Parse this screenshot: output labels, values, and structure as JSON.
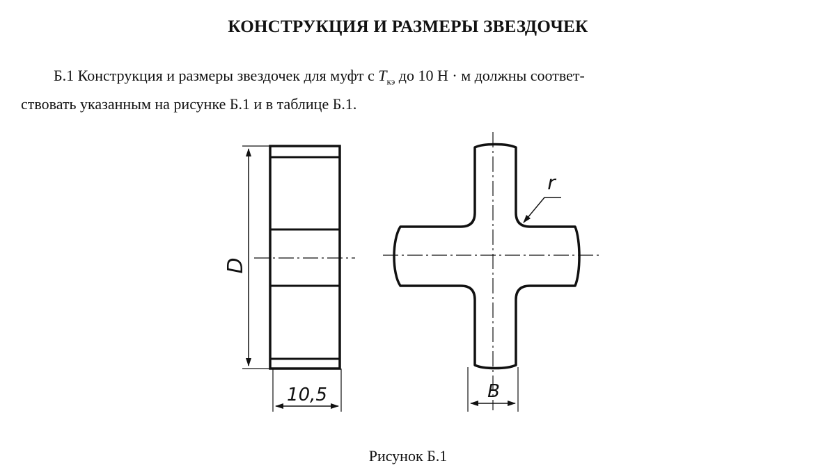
{
  "document": {
    "heading": "КОНСТРУКЦИЯ И РАЗМЕРЫ ЗВЕЗДОЧЕК",
    "paragraph": {
      "line1_before": "Б.1 Конструкция и размеры звездочек для муфт с ",
      "tk_symbol": "T",
      "tk_subscript": "кэ",
      "line1_after": " до 10 Н · м должны соответ-",
      "line2": "ствовать указанным на рисунке Б.1 и в таблице Б.1."
    },
    "figure": {
      "label_diameter": "D",
      "label_width": "10,5",
      "label_radius": "r",
      "label_b": "B"
    },
    "caption": "Рисунок Б.1"
  }
}
